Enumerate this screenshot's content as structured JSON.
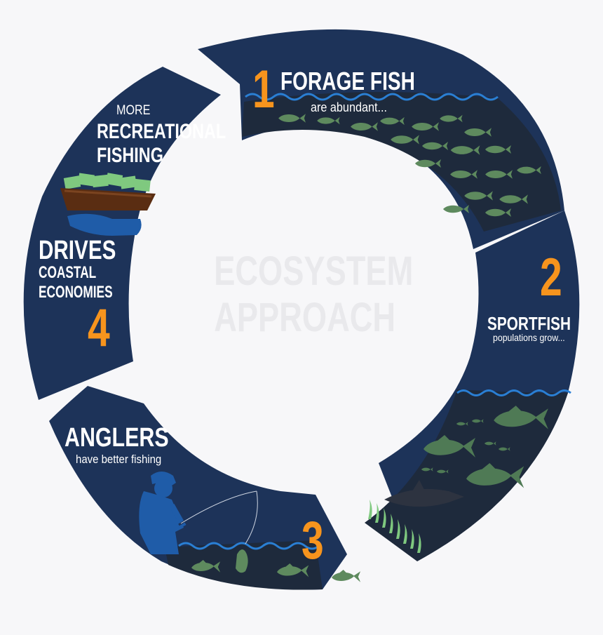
{
  "title": {
    "line1": "ECOSYSTEM",
    "line2": "APPROACH"
  },
  "steps": [
    {
      "number": "1",
      "title": "FORAGE FISH",
      "subtitle": "are abundant..."
    },
    {
      "number": "2",
      "title": "SPORTFISH",
      "subtitle": "populations grow..."
    },
    {
      "number": "3",
      "title": "ANGLERS",
      "subtitle": "have better fishing"
    },
    {
      "number": "4",
      "title_prefix": "MORE",
      "title_line1": "RECREATIONAL",
      "title_line2": "FISHING",
      "title2_line1": "DRIVES",
      "title2_line2": "COASTAL",
      "title2_line3": "ECONOMIES"
    }
  ],
  "colors": {
    "ring": "#1d3359",
    "water_dark": "#1e2a3c",
    "wave": "#2a7fd4",
    "fish": "#5e8a5e",
    "number": "#f7941d",
    "angler": "#1f5ca8",
    "money": "#7fc97f",
    "basket": "#5a2d12"
  },
  "icons": [
    "fish-icon",
    "shark-icon",
    "seagrass-icon",
    "angler-icon",
    "fishing-rod-icon",
    "money-basket-icon",
    "hand-icon",
    "wave-icon"
  ]
}
